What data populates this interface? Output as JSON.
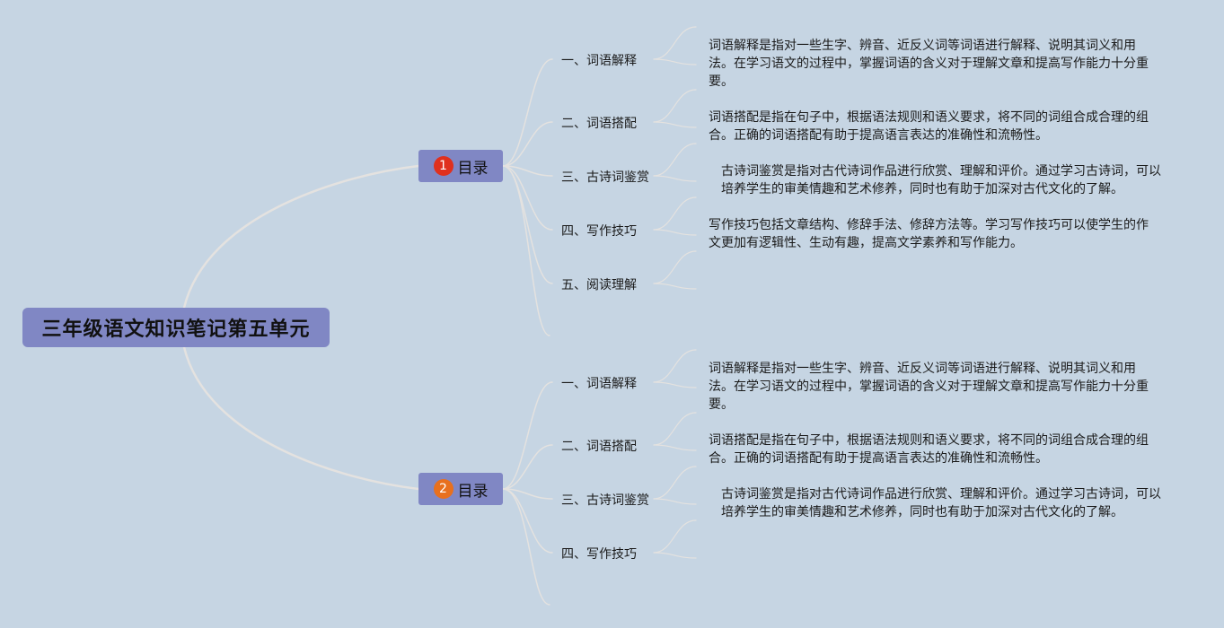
{
  "root": {
    "title": "三年级语文知识笔记第五单元"
  },
  "sections": [
    {
      "number": "1",
      "badge_color": "#e0301e",
      "label": "目录",
      "topics": [
        {
          "label": "一、词语解释",
          "desc": "词语解释是指对一些生字、辨音、近反义词等词语进行解释、说明其词义和用法。在学习语文的过程中，掌握词语的含义对于理解文章和提高写作能力十分重要。"
        },
        {
          "label": "二、词语搭配",
          "desc": "词语搭配是指在句子中，根据语法规则和语义要求，将不同的词组合成合理的组合。正确的词语搭配有助于提高语言表达的准确性和流畅性。"
        },
        {
          "label": "三、古诗词鉴赏",
          "desc": "古诗词鉴赏是指对古代诗词作品进行欣赏、理解和评价。通过学习古诗词，可以培养学生的审美情趣和艺术修养，同时也有助于加深对古代文化的了解。"
        },
        {
          "label": "四、写作技巧",
          "desc": "写作技巧包括文章结构、修辞手法、修辞方法等。学习写作技巧可以使学生的作文更加有逻辑性、生动有趣，提高文学素养和写作能力。"
        },
        {
          "label": "五、阅读理解",
          "desc": ""
        }
      ]
    },
    {
      "number": "2",
      "badge_color": "#e8701e",
      "label": "目录",
      "topics": [
        {
          "label": "一、词语解释",
          "desc": "词语解释是指对一些生字、辨音、近反义词等词语进行解释、说明其词义和用法。在学习语文的过程中，掌握词语的含义对于理解文章和提高写作能力十分重要。"
        },
        {
          "label": "二、词语搭配",
          "desc": "词语搭配是指在句子中，根据语法规则和语义要求，将不同的词组合成合理的组合。正确的词语搭配有助于提高语言表达的准确性和流畅性。"
        },
        {
          "label": "三、古诗词鉴赏",
          "desc": "古诗词鉴赏是指对古代诗词作品进行欣赏、理解和评价。通过学习古诗词，可以培养学生的审美情趣和艺术修养，同时也有助于加深对古代文化的了解。"
        },
        {
          "label": "四、写作技巧",
          "desc": ""
        }
      ]
    }
  ]
}
